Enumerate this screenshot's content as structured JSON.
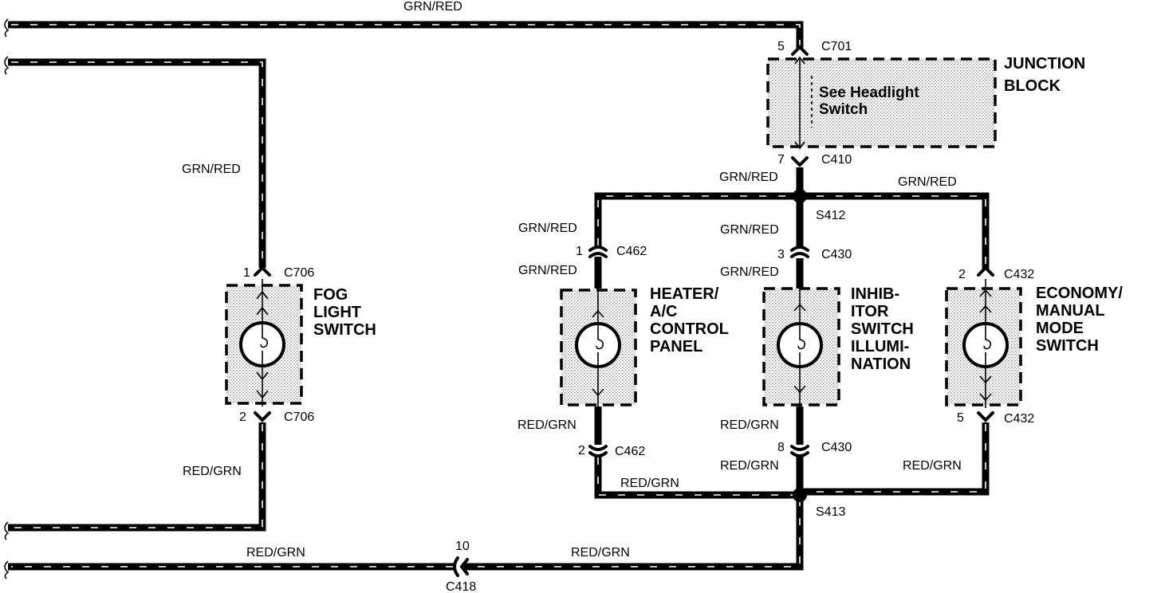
{
  "wire_colors": {
    "top": "GRN/RED",
    "fog_upper": "GRN/RED",
    "fog_lower": "RED/GRN",
    "c410_s412": "GRN/RED",
    "s412_right": "GRN/RED",
    "heater_top_a": "GRN/RED",
    "heater_top_b": "GRN/RED",
    "inhib_top_a": "GRN/RED",
    "inhib_top_b": "GRN/RED",
    "heater_bot": "RED/GRN",
    "heater_ground": "RED/GRN",
    "inhib_bot_a": "RED/GRN",
    "inhib_bot_b": "RED/GRN",
    "econ_bot": "RED/GRN",
    "bottom_left": "RED/GRN",
    "bottom_right": "RED/GRN"
  },
  "connectors": {
    "c701": {
      "pin": "5",
      "name": "C701"
    },
    "c410": {
      "pin": "7",
      "name": "C410"
    },
    "c706_top": {
      "pin": "1",
      "name": "C706"
    },
    "c706_bot": {
      "pin": "2",
      "name": "C706"
    },
    "c462_top": {
      "pin": "1",
      "name": "C462"
    },
    "c462_bot": {
      "pin": "2",
      "name": "C462"
    },
    "c430_top": {
      "pin": "3",
      "name": "C430"
    },
    "c430_bot": {
      "pin": "8",
      "name": "C430"
    },
    "c432_top": {
      "pin": "2",
      "name": "C432"
    },
    "c432_bot": {
      "pin": "5",
      "name": "C432"
    },
    "c418": {
      "pin": "10",
      "name": "C418"
    }
  },
  "splices": {
    "s412": "S412",
    "s413": "S413"
  },
  "components": {
    "junction_block": {
      "line1": "JUNCTION",
      "line2": "BLOCK",
      "note1": "See Headlight",
      "note2": "Switch"
    },
    "fog_light_switch": {
      "line1": "FOG",
      "line2": "LIGHT",
      "line3": "SWITCH"
    },
    "heater_panel": {
      "line1": "HEATER/",
      "line2": "A/C",
      "line3": "CONTROL",
      "line4": "PANEL"
    },
    "inhibitor_switch": {
      "line1": "INHIB-",
      "line2": "ITOR",
      "line3": "SWITCH",
      "line4": "ILLUMI-",
      "line5": "NATION"
    },
    "economy_switch": {
      "line1": "ECONOMY/",
      "line2": "MANUAL",
      "line3": "MODE",
      "line4": "SWITCH"
    }
  },
  "colors": {
    "wire": "#000000",
    "background": "#ffffff",
    "stipple": "#9a9a9a"
  }
}
